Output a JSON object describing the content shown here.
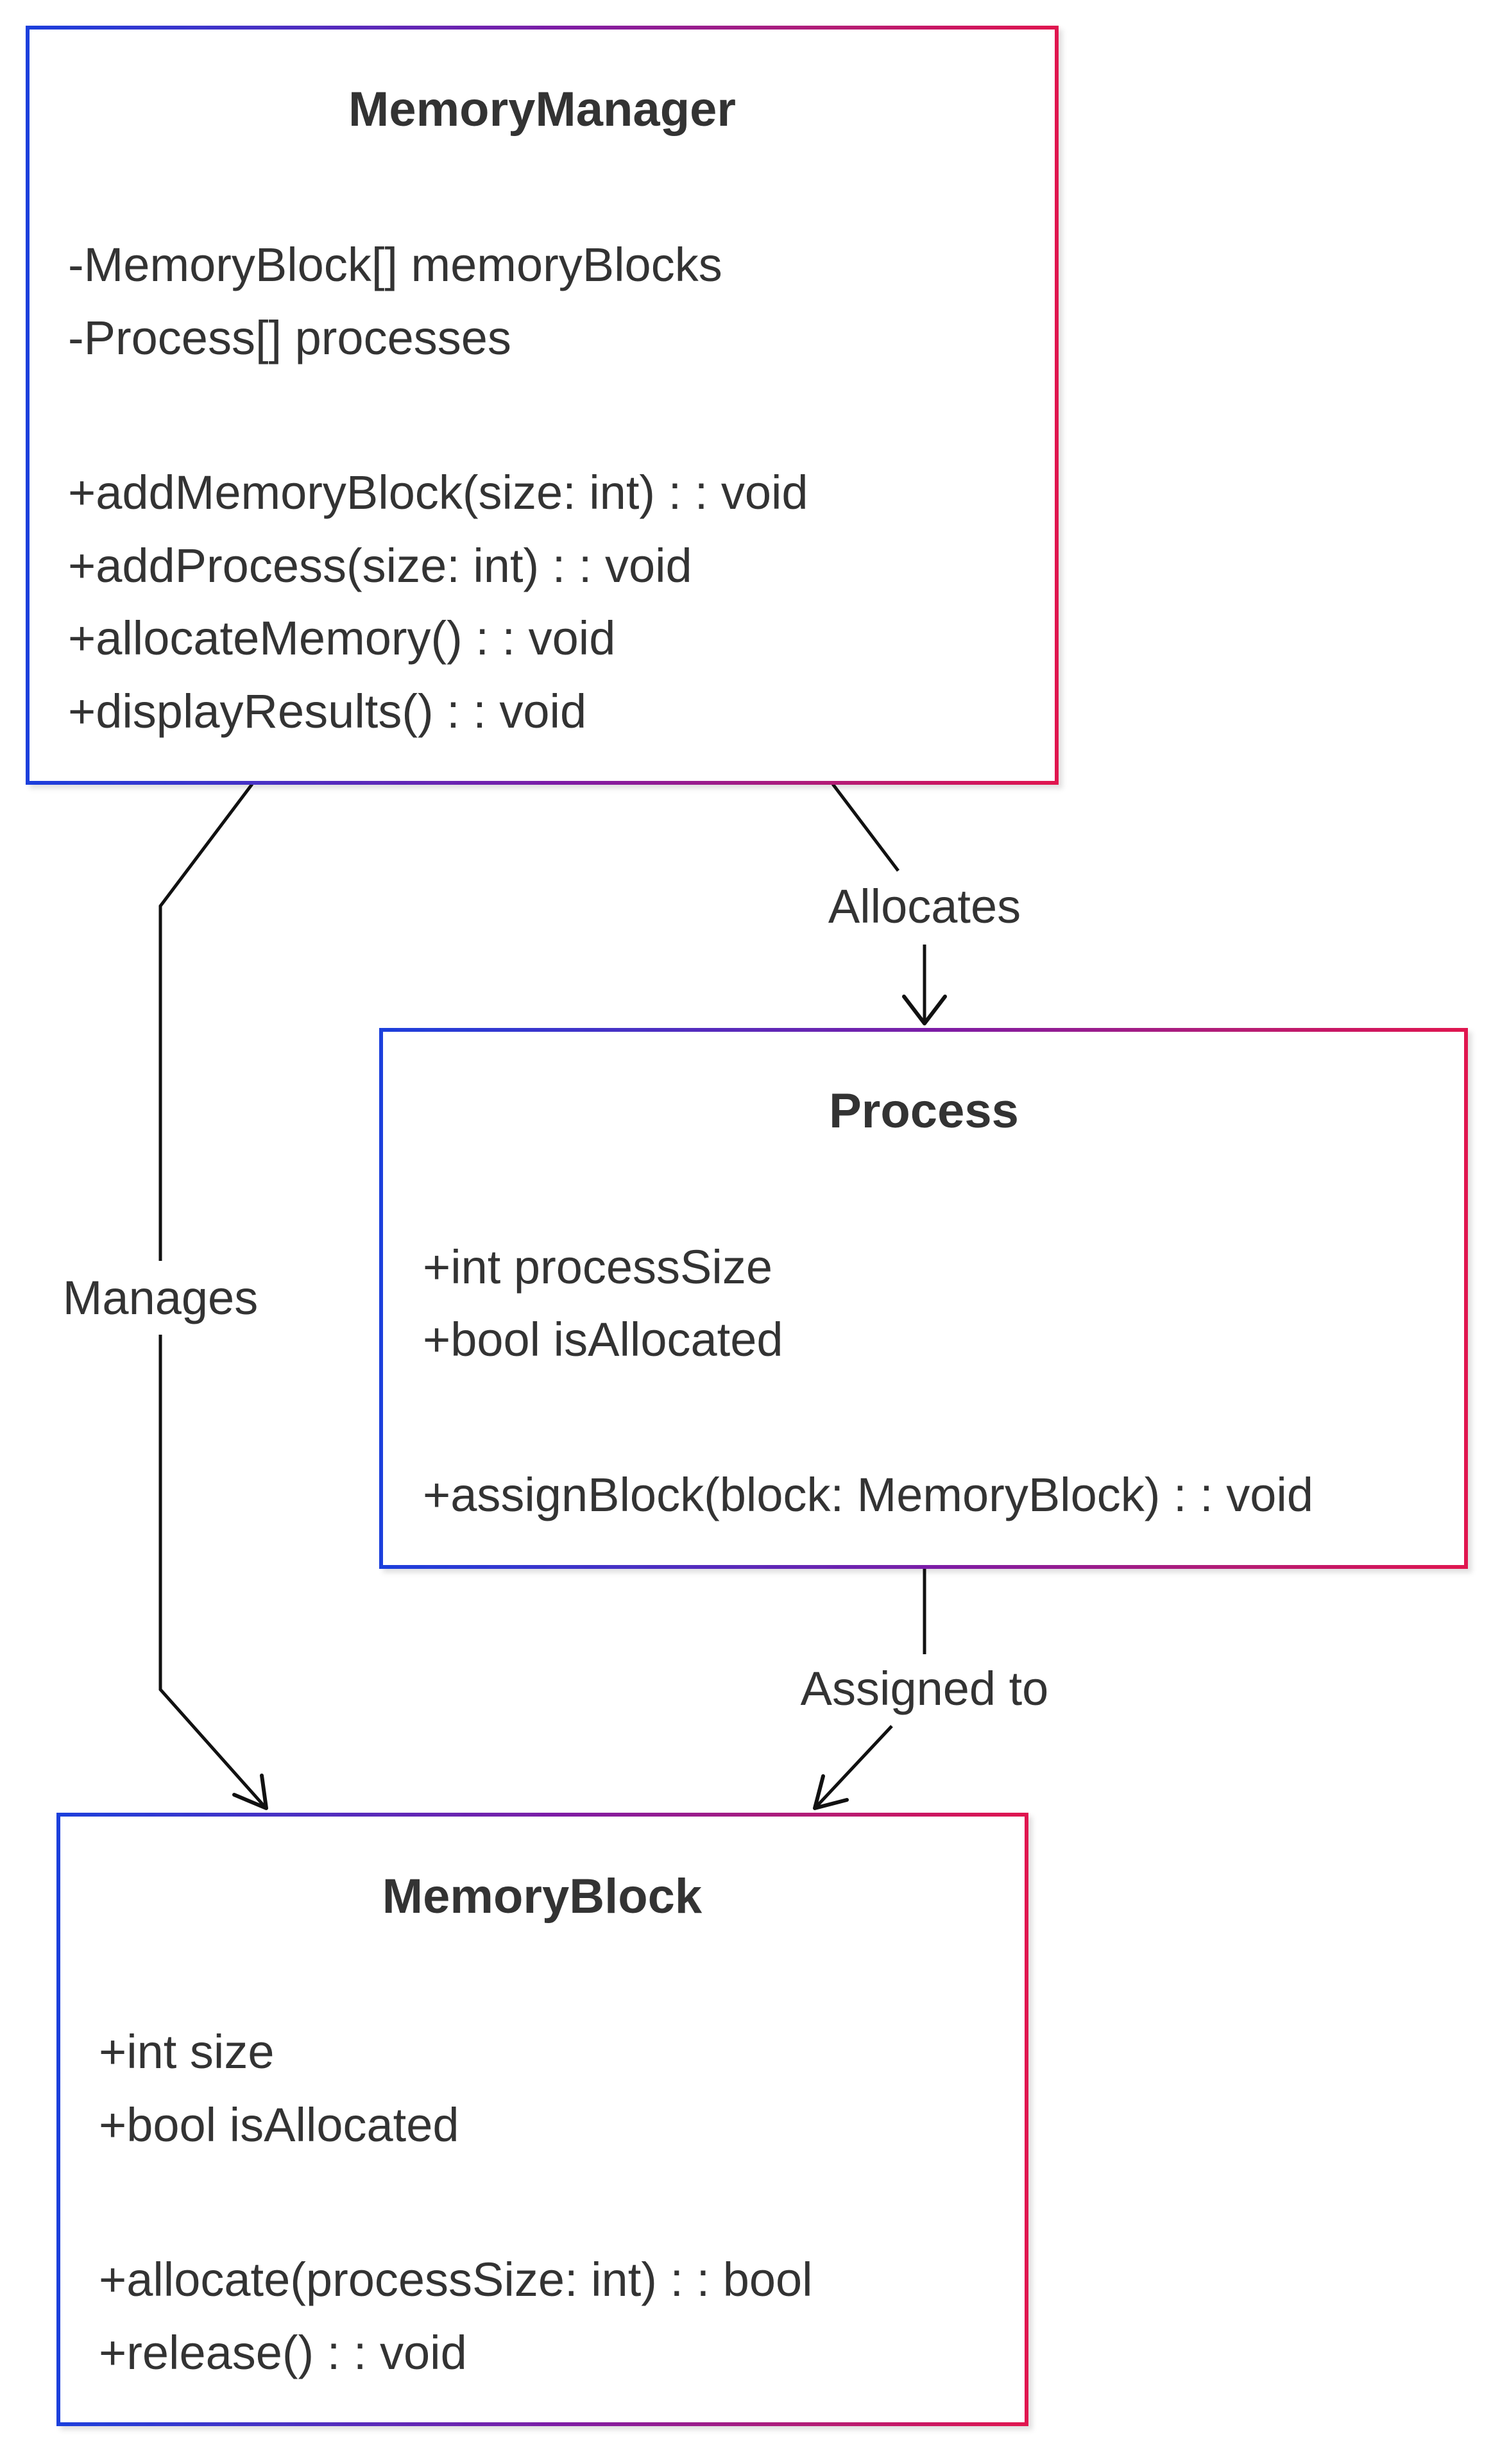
{
  "classes": [
    {
      "id": "memory-manager",
      "name": "MemoryManager",
      "attributes": [
        "-MemoryBlock[] memoryBlocks",
        "-Process[] processes"
      ],
      "methods": [
        "+addMemoryBlock(size: int) : : void",
        "+addProcess(size: int) : : void",
        "+allocateMemory() : : void",
        "+displayResults() : : void"
      ]
    },
    {
      "id": "process",
      "name": "Process",
      "attributes": [
        "+int processSize",
        "+bool isAllocated"
      ],
      "methods": [
        "+assignBlock(block: MemoryBlock) : : void"
      ]
    },
    {
      "id": "memory-block",
      "name": "MemoryBlock",
      "attributes": [
        "+int size",
        "+bool isAllocated"
      ],
      "methods": [
        "+allocate(processSize: int) : : bool",
        "+release() : : void"
      ]
    }
  ],
  "relations": [
    {
      "id": "allocates",
      "from": "MemoryManager",
      "to": "Process",
      "label": "Allocates"
    },
    {
      "id": "manages",
      "from": "MemoryManager",
      "to": "MemoryBlock",
      "label": "Manages"
    },
    {
      "id": "assigned-to",
      "from": "Process",
      "to": "MemoryBlock",
      "label": "Assigned to"
    }
  ],
  "colors": {
    "border_start": "#1d3fdc",
    "border_mid": "#7a1fa8",
    "border_end": "#e0174f",
    "text": "#333333",
    "edge": "#111111"
  }
}
